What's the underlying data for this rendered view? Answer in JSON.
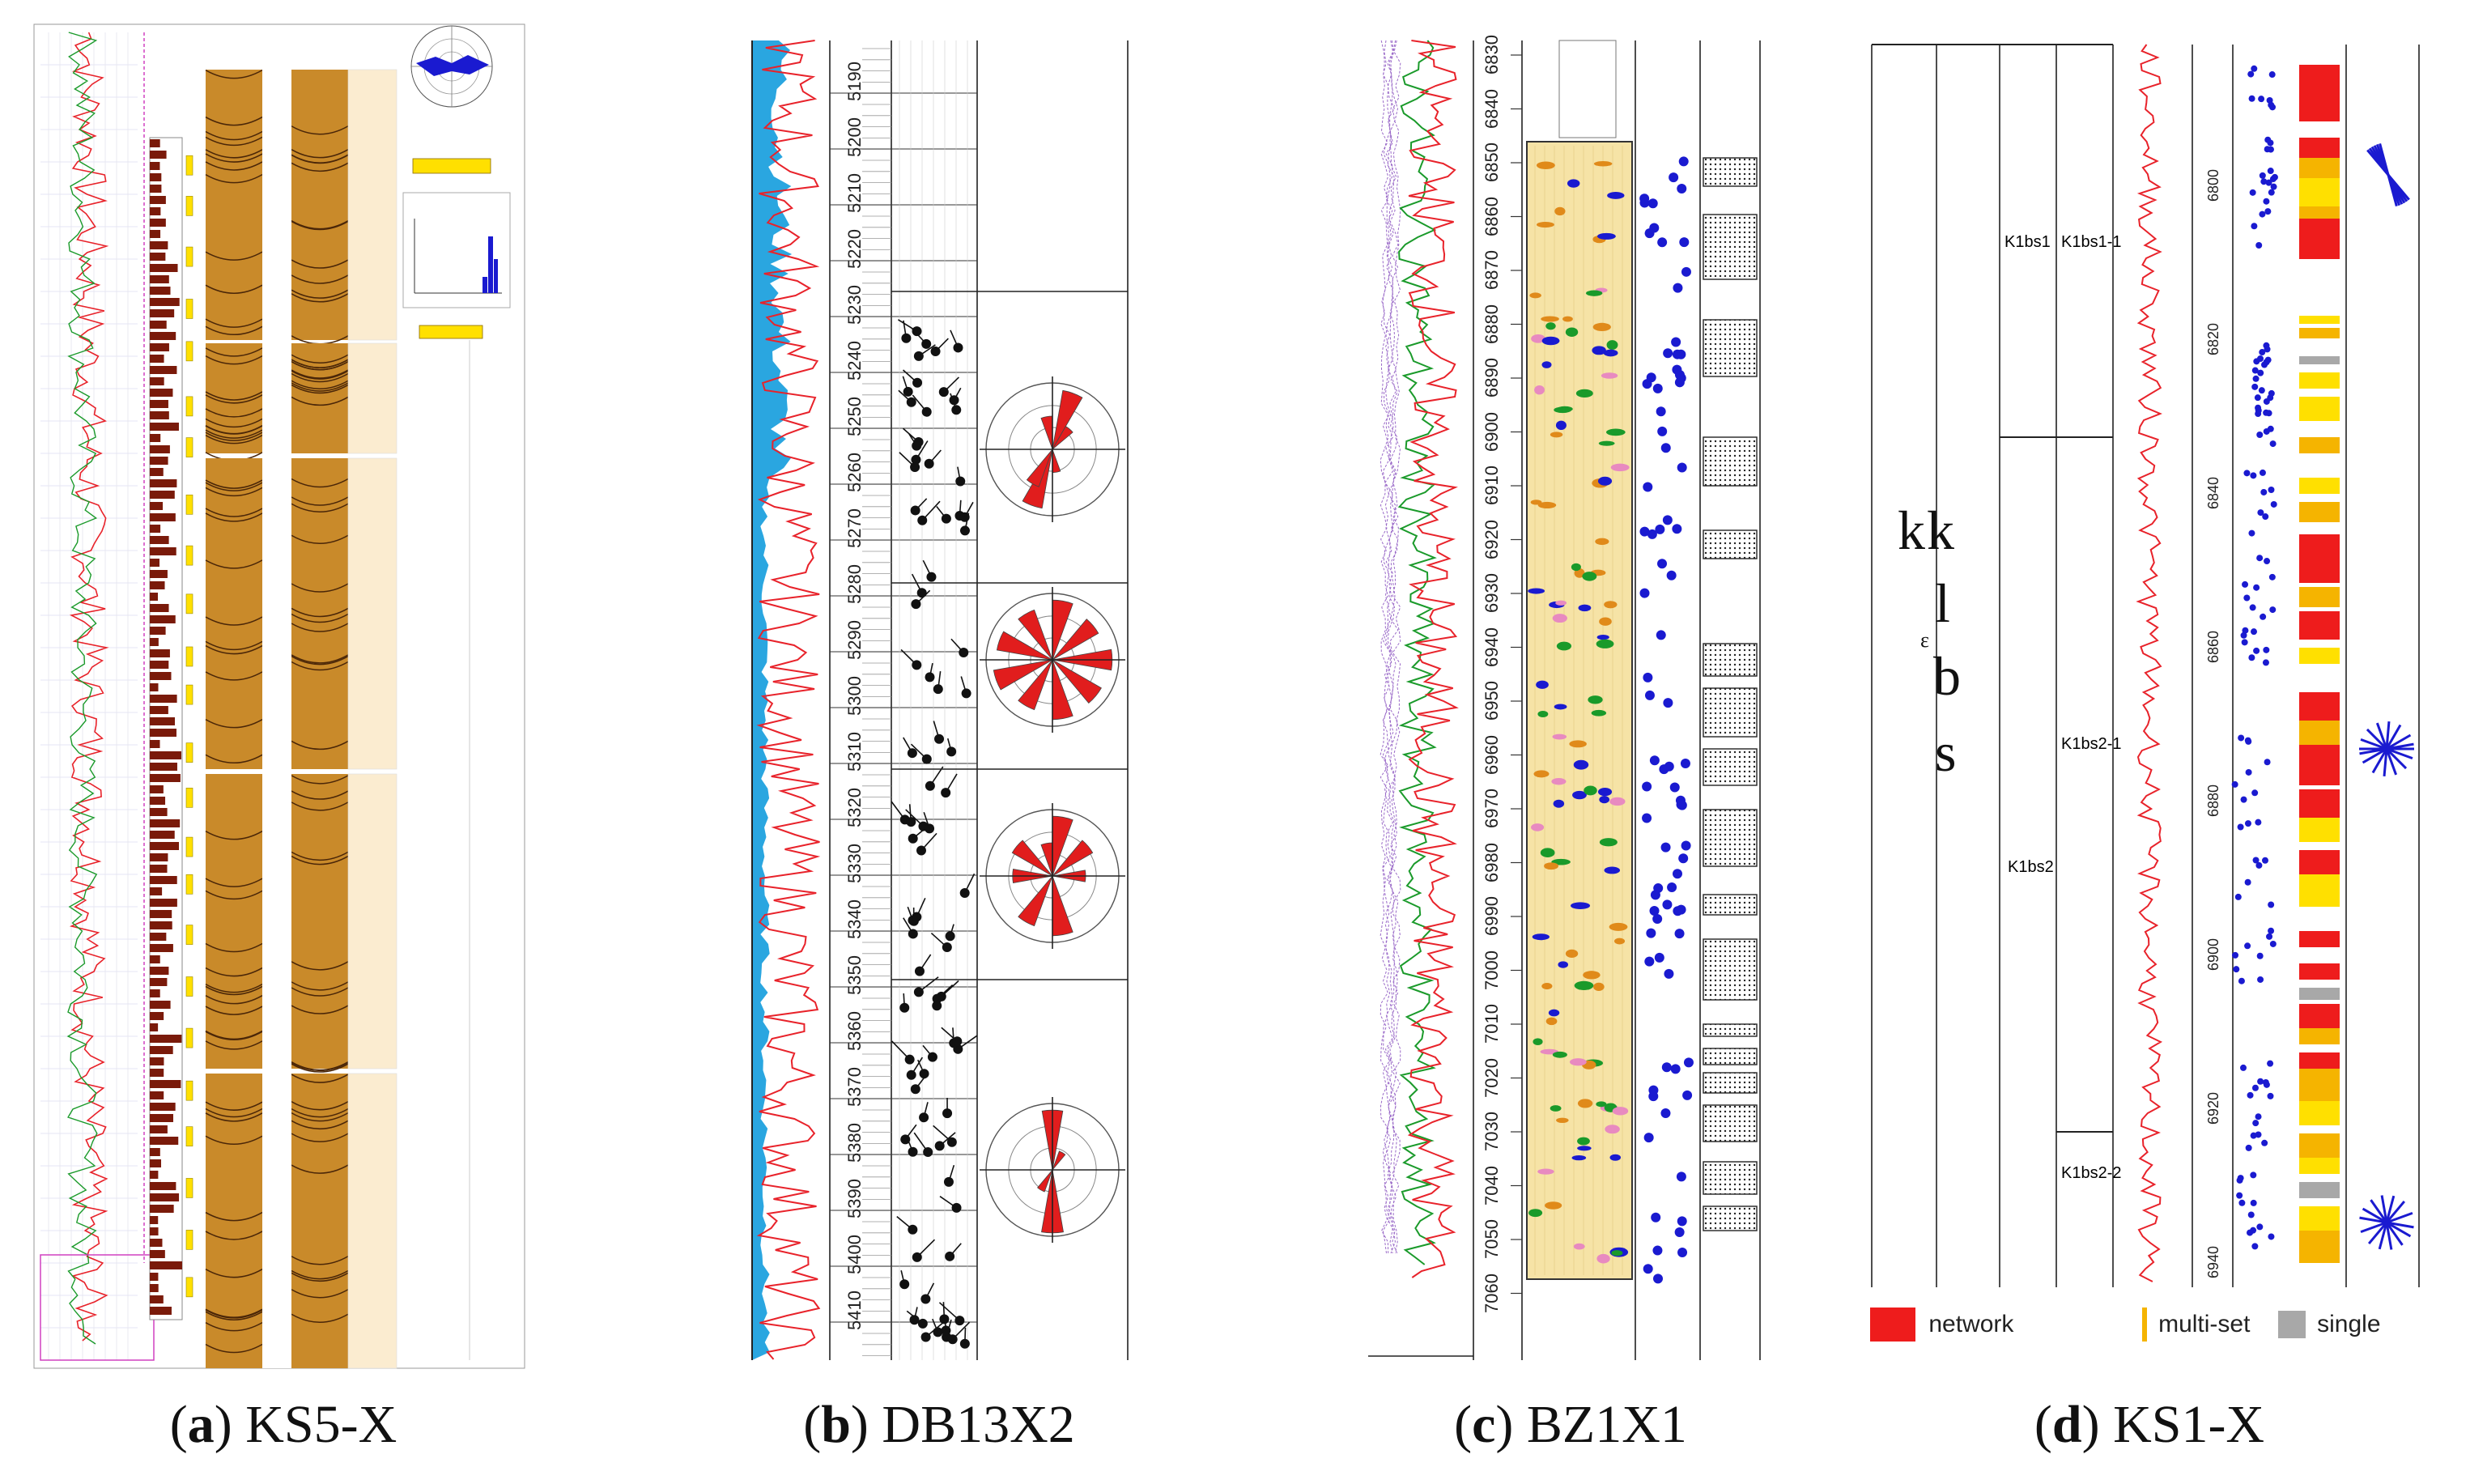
{
  "captions": [
    {
      "letter": "a",
      "well": "KS5-X"
    },
    {
      "letter": "b",
      "well": "DB13X2"
    },
    {
      "letter": "c",
      "well": "BZ1X1"
    },
    {
      "letter": "d",
      "well": "KS1-X"
    }
  ],
  "panel_b": {
    "depths": [
      "5190",
      "5200",
      "5210",
      "5220",
      "5230",
      "5240",
      "5250",
      "5260",
      "5270",
      "5280",
      "5290",
      "5300",
      "5310",
      "5320",
      "5330",
      "5340",
      "5350",
      "5360",
      "5370",
      "5380",
      "5390",
      "5400",
      "5410"
    ]
  },
  "panel_c": {
    "depths": [
      "6830",
      "6840",
      "6850",
      "6860",
      "6870",
      "6880",
      "6890",
      "6900",
      "6910",
      "6920",
      "6930",
      "6940",
      "6950",
      "6960",
      "6970",
      "6980",
      "6990",
      "7000",
      "7010",
      "7020",
      "7030",
      "7040",
      "7050",
      "7060"
    ]
  },
  "panel_d": {
    "depths": [
      "6800",
      "6820",
      "6840",
      "6860",
      "6880",
      "6900",
      "6920",
      "6940"
    ],
    "formation_letters": [
      "k",
      "k",
      "l",
      "b",
      "s"
    ],
    "subscript_mark": "ε",
    "units": {
      "k1bs1": "K1bs1",
      "k1bs1_1": "K1bs1-1",
      "k1bs2": "K1bs2",
      "k1bs2_1": "K1bs2-1",
      "k1bs2_2": "K1bs2-2"
    },
    "legend": [
      {
        "label": "network",
        "color": "#ee1c1c"
      },
      {
        "label": "multi-set",
        "color": "#f5b400"
      },
      {
        "label": "single",
        "color": "#a8a8a8"
      }
    ]
  },
  "colors": {
    "gr_curve": "#e8222a",
    "green_curve": "#1a9a2a",
    "blue_fill": "#2aa6e0",
    "dip_blue": "#1a1ad0",
    "image_fill": "#f6e3a6",
    "yellow": "#ffe000",
    "orange": "#f5a000"
  }
}
